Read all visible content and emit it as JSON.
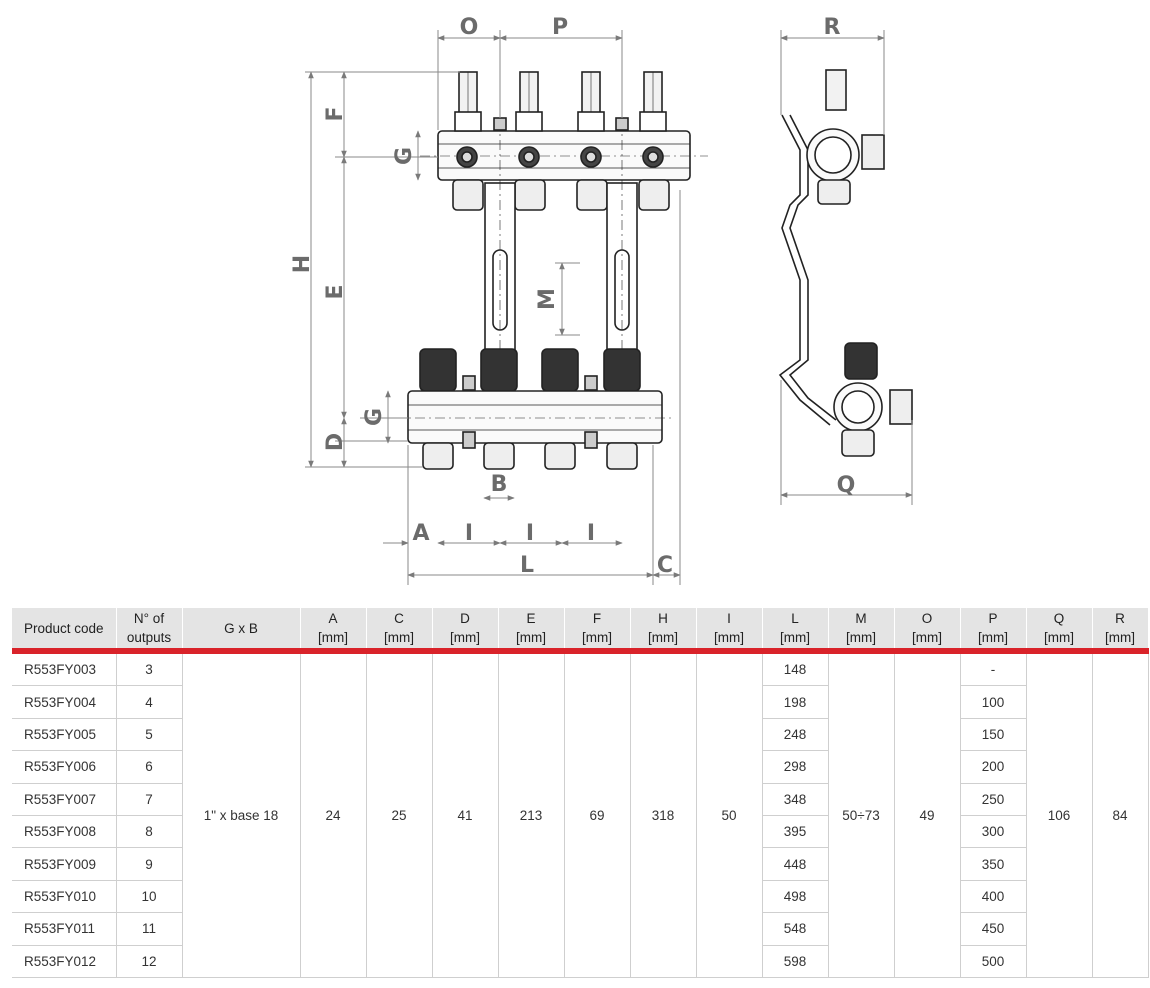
{
  "drawing": {
    "dimension_letters": [
      "O",
      "P",
      "R",
      "F",
      "G",
      "H",
      "E",
      "M",
      "G",
      "D",
      "B",
      "A",
      "I",
      "I",
      "I",
      "L",
      "C",
      "Q"
    ]
  },
  "table": {
    "headers": [
      {
        "top": "Product code",
        "bottom": ""
      },
      {
        "top": "N° of",
        "bottom": "outputs"
      },
      {
        "top": "G x B",
        "bottom": ""
      },
      {
        "top": "A",
        "bottom": "[mm]"
      },
      {
        "top": "C",
        "bottom": "[mm]"
      },
      {
        "top": "D",
        "bottom": "[mm]"
      },
      {
        "top": "E",
        "bottom": "[mm]"
      },
      {
        "top": "F",
        "bottom": "[mm]"
      },
      {
        "top": "H",
        "bottom": "[mm]"
      },
      {
        "top": "I",
        "bottom": "[mm]"
      },
      {
        "top": "L",
        "bottom": "[mm]"
      },
      {
        "top": "M",
        "bottom": "[mm]"
      },
      {
        "top": "O",
        "bottom": "[mm]"
      },
      {
        "top": "P",
        "bottom": "[mm]"
      },
      {
        "top": "Q",
        "bottom": "[mm]"
      },
      {
        "top": "R",
        "bottom": "[mm]"
      }
    ],
    "rows": [
      {
        "code": "R553FY003",
        "outputs": "3",
        "L": "148",
        "P": "-"
      },
      {
        "code": "R553FY004",
        "outputs": "4",
        "L": "198",
        "P": "100"
      },
      {
        "code": "R553FY005",
        "outputs": "5",
        "L": "248",
        "P": "150"
      },
      {
        "code": "R553FY006",
        "outputs": "6",
        "L": "298",
        "P": "200"
      },
      {
        "code": "R553FY007",
        "outputs": "7",
        "L": "348",
        "P": "250"
      },
      {
        "code": "R553FY008",
        "outputs": "8",
        "L": "395",
        "P": "300"
      },
      {
        "code": "R553FY009",
        "outputs": "9",
        "L": "448",
        "P": "350"
      },
      {
        "code": "R553FY010",
        "outputs": "10",
        "L": "498",
        "P": "400"
      },
      {
        "code": "R553FY011",
        "outputs": "11",
        "L": "548",
        "P": "450"
      },
      {
        "code": "R553FY012",
        "outputs": "12",
        "L": "598",
        "P": "500"
      }
    ],
    "common": {
      "GxB": "1\" x base 18",
      "A": "24",
      "C": "25",
      "D": "41",
      "E": "213",
      "F": "69",
      "H": "318",
      "I": "50",
      "M": "50÷73",
      "O": "49",
      "Q": "106",
      "R": "84"
    }
  },
  "colors": {
    "accent_line": "#d9232a",
    "header_bg": "#e4e4e4",
    "drawing_line": "#222222",
    "dimension_text": "#6b6b6b"
  }
}
